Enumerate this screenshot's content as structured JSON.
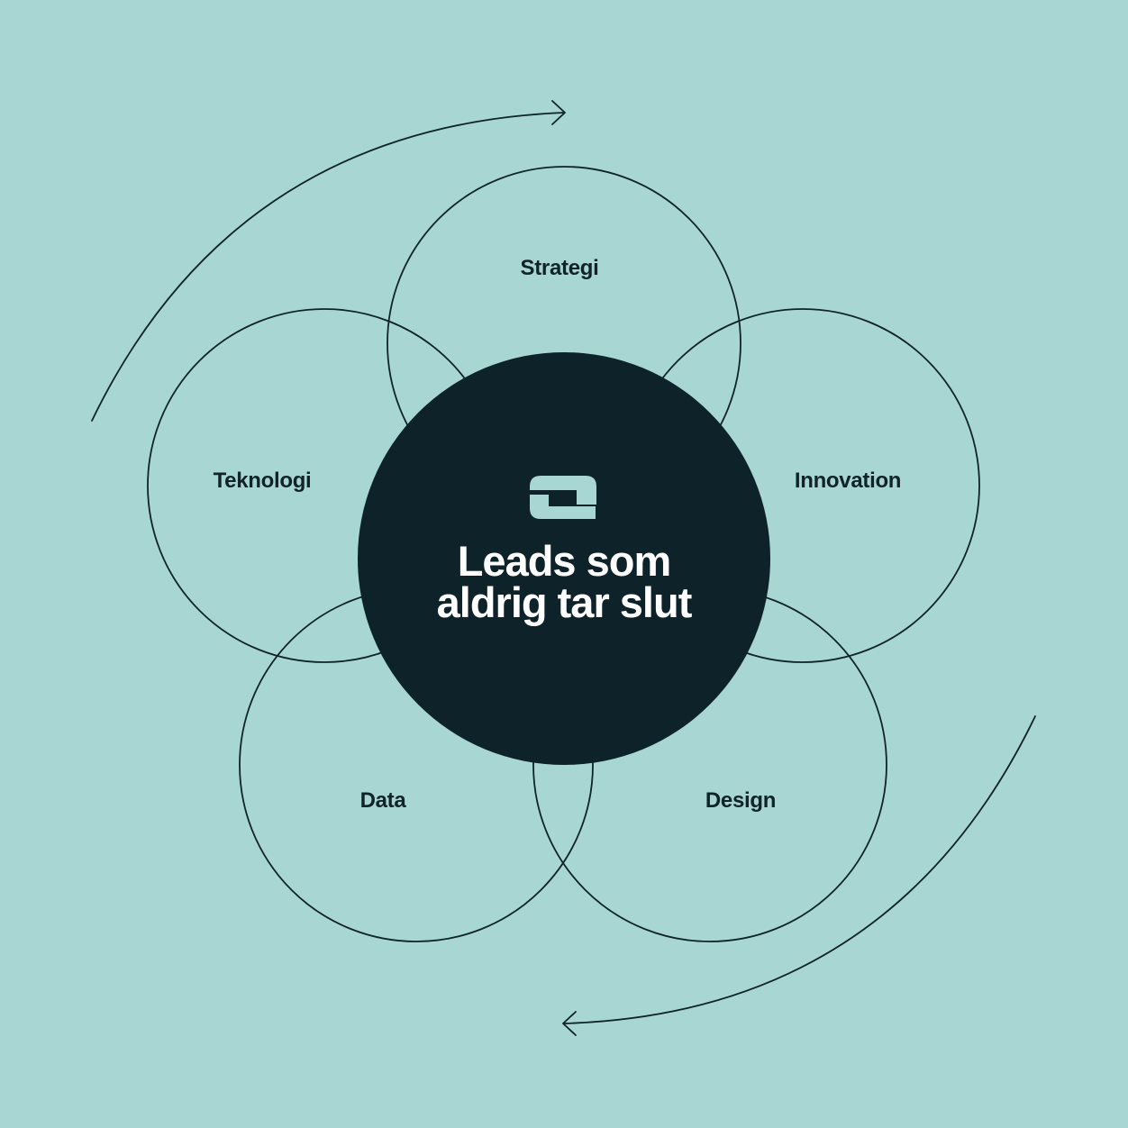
{
  "colors": {
    "background": "#a8d6d2",
    "ink": "#0f2329",
    "center_fill": "#0d2229",
    "center_text": "#ffffff"
  },
  "center": {
    "title_line_1": "Leads som",
    "title_line_2": "aldrig tar slut",
    "logo": "brand-logo-icon"
  },
  "petals": [
    {
      "id": "strategi",
      "label": "Strategi"
    },
    {
      "id": "innovation",
      "label": "Innovation"
    },
    {
      "id": "design",
      "label": "Design"
    },
    {
      "id": "data",
      "label": "Data"
    },
    {
      "id": "teknologi",
      "label": "Teknologi"
    }
  ],
  "flow": {
    "direction": "clockwise",
    "arrows": [
      "top-arrow-icon",
      "bottom-arrow-icon"
    ]
  }
}
